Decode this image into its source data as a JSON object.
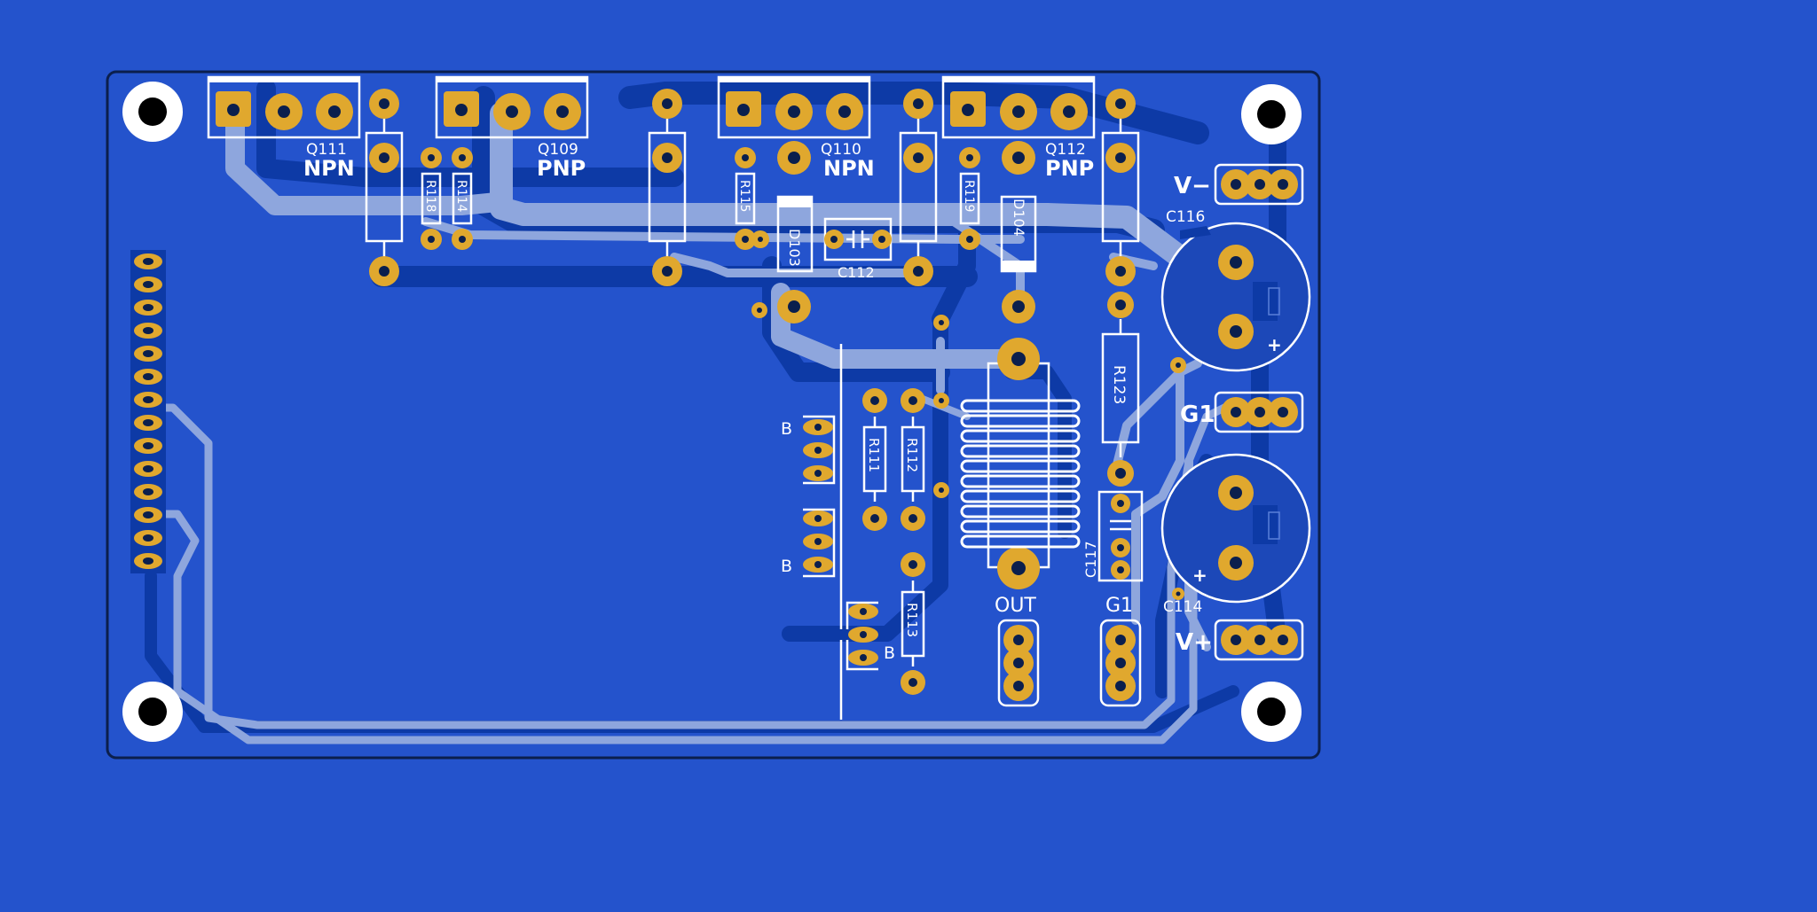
{
  "board": {
    "background": "#2453cc",
    "pcb_color": "#2453cc",
    "copper_color": "#e0a82e",
    "trace_dark": "#0d3aa6",
    "trace_light": "#8ea6dd",
    "silkscreen": "#ffffff"
  },
  "labels": {
    "q111": "Q111",
    "q111_type": "NPN",
    "q109": "Q109",
    "q109_type": "PNP",
    "q110": "Q110",
    "q110_type": "NPN",
    "q112": "Q112",
    "q112_type": "PNP",
    "r118": "R118",
    "r114": "R114",
    "r115": "R115",
    "r119": "R119",
    "r123": "R123",
    "r111": "R111",
    "r112": "R112",
    "r113": "R113",
    "d103": "D103",
    "d104": "D104",
    "c112": "C112",
    "c116": "C116",
    "c117": "C117",
    "c114": "C114",
    "vminus": "V−",
    "vplus": "V+",
    "g1_right": "G1",
    "g1_bottom": "G1",
    "out": "OUT",
    "b1": "B",
    "b2": "B",
    "b3": "B",
    "plus1": "+",
    "plus2": "+"
  }
}
